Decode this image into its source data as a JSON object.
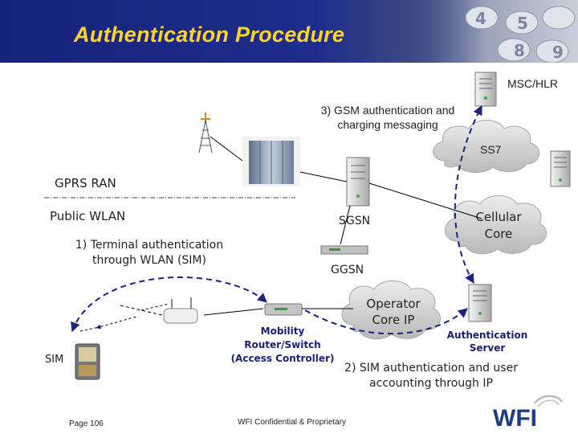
{
  "slide": {
    "title": "Authentication Procedure",
    "footer_page": "Page 106",
    "footer_confidential": "WFI Confidential & Proprietary",
    "logo_text": "WFI"
  },
  "labels": {
    "msc_hlr": "MSC/HLR",
    "gsm_auth": "3) GSM authentication and charging messaging",
    "ss7": "SS7",
    "gprs_ran": "GPRS RAN",
    "public_wlan": "Public WLAN",
    "sgsn": "SGSN",
    "cellular_core": "Cellular Core",
    "terminal_auth": "1) Terminal authentication through WLAN (SIM)",
    "ggsn": "GGSN",
    "operator_core": "Operator Core IP",
    "mobility_router": "Mobility Router/Switch (Access Controller)",
    "auth_server": "Authentication Server",
    "sim_auth": "2) SIM authentication and user accounting through IP",
    "sim": "SIM"
  },
  "colors": {
    "header_bg": "#1e2d8c",
    "title": "#fed42a",
    "arrow": "#1a237e",
    "label_navy": "#1a1f7a",
    "cloud_gray": "#c8c8c8"
  },
  "icons": [
    "antenna-icon",
    "rack-cabinet-icon",
    "server-icon",
    "router-icon",
    "access-point-icon",
    "pda-device-icon",
    "cloud-icon",
    "phone-keypad-icon",
    "wfi-logo-icon"
  ]
}
